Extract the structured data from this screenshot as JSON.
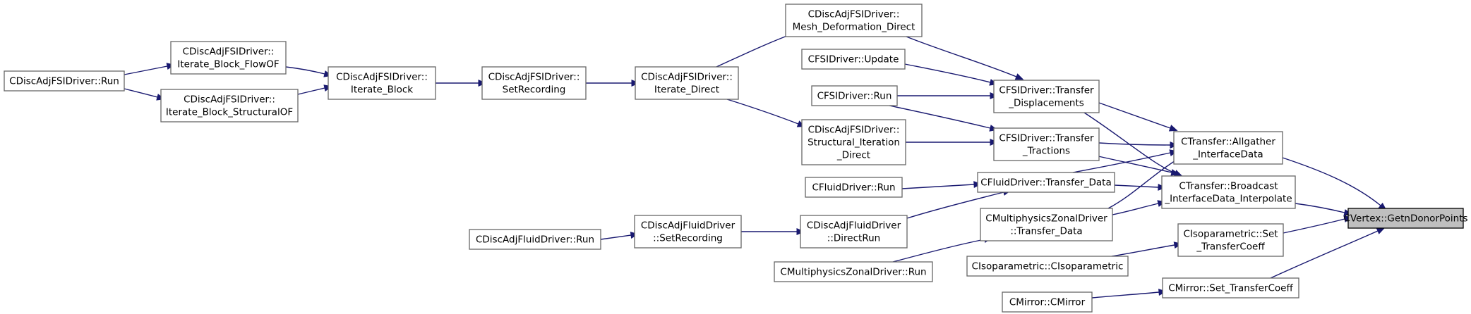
{
  "graph": {
    "kind": "caller-graph",
    "colors": {
      "edge": "#191970",
      "node_border": "#666666",
      "root_fill": "#bfbfbf"
    },
    "nodes": [
      {
        "id": "n_getndonor",
        "lines": [
          "CVertex::GetnDonorPoints"
        ],
        "root": true
      },
      {
        "id": "n_allgather",
        "lines": [
          "CTransfer::Allgather",
          "_InterfaceData"
        ]
      },
      {
        "id": "n_broadcast",
        "lines": [
          "CTransfer::Broadcast",
          "_InterfaceData_Interpolate"
        ]
      },
      {
        "id": "n_iso_set",
        "lines": [
          "CIsoparametric::Set",
          "_TransferCoeff"
        ]
      },
      {
        "id": "n_mirror_set",
        "lines": [
          "CMirror::Set_TransferCoeff"
        ]
      },
      {
        "id": "n_fsi_transfer_disp",
        "lines": [
          "CFSIDriver::Transfer",
          "_Displacements"
        ]
      },
      {
        "id": "n_fsi_transfer_trac",
        "lines": [
          "CFSIDriver::Transfer",
          "_Tractions"
        ]
      },
      {
        "id": "n_fluid_transfer",
        "lines": [
          "CFluidDriver::Transfer_Data"
        ]
      },
      {
        "id": "n_mzonal_transfer",
        "lines": [
          "CMultiphysicsZonalDriver",
          "::Transfer_Data"
        ]
      },
      {
        "id": "n_iso_ctor",
        "lines": [
          "CIsoparametric::CIsoparametric"
        ]
      },
      {
        "id": "n_mirror_ctor",
        "lines": [
          "CMirror::CMirror"
        ]
      },
      {
        "id": "n_mesh_def",
        "lines": [
          "CDiscAdjFSIDriver::",
          "Mesh_Deformation_Direct"
        ]
      },
      {
        "id": "n_fsi_update",
        "lines": [
          "CFSIDriver::Update"
        ]
      },
      {
        "id": "n_fsi_run",
        "lines": [
          "CFSIDriver::Run"
        ]
      },
      {
        "id": "n_struct_iter",
        "lines": [
          "CDiscAdjFSIDriver::",
          "Structural_Iteration",
          "_Direct"
        ]
      },
      {
        "id": "n_fluid_run",
        "lines": [
          "CFluidDriver::Run"
        ]
      },
      {
        "id": "n_daf_directrun",
        "lines": [
          "CDiscAdjFluidDriver",
          "::DirectRun"
        ]
      },
      {
        "id": "n_mzonal_run",
        "lines": [
          "CMultiphysicsZonalDriver::Run"
        ]
      },
      {
        "id": "n_iterate_direct",
        "lines": [
          "CDiscAdjFSIDriver::",
          "Iterate_Direct"
        ]
      },
      {
        "id": "n_daf_setrec",
        "lines": [
          "CDiscAdjFluidDriver",
          "::SetRecording"
        ]
      },
      {
        "id": "n_dafsi_setrec",
        "lines": [
          "CDiscAdjFSIDriver::",
          "SetRecording"
        ]
      },
      {
        "id": "n_daf_run",
        "lines": [
          "CDiscAdjFluidDriver::Run"
        ]
      },
      {
        "id": "n_iterate_block",
        "lines": [
          "CDiscAdjFSIDriver::",
          "Iterate_Block"
        ]
      },
      {
        "id": "n_iter_flowof",
        "lines": [
          "CDiscAdjFSIDriver::",
          "Iterate_Block_FlowOF"
        ]
      },
      {
        "id": "n_iter_structof",
        "lines": [
          "CDiscAdjFSIDriver::",
          "Iterate_Block_StructuralOF"
        ]
      },
      {
        "id": "n_dafsi_run",
        "lines": [
          "CDiscAdjFSIDriver::Run"
        ]
      }
    ]
  }
}
